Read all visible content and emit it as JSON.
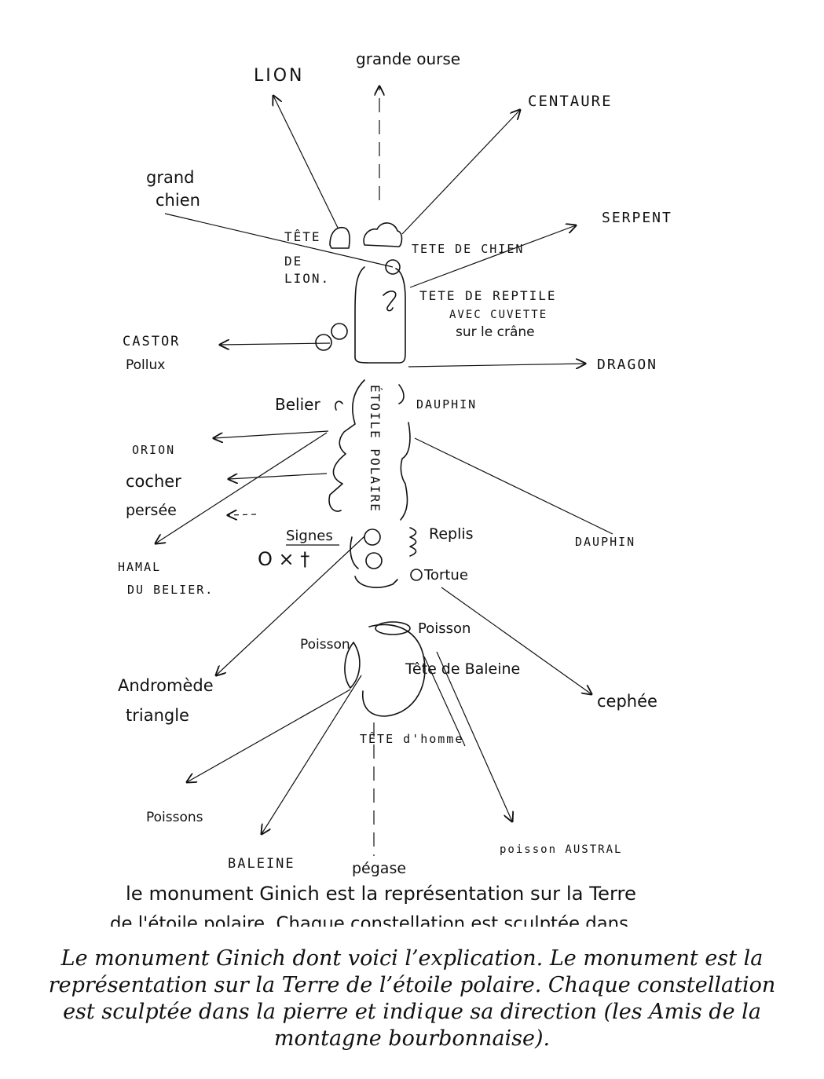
{
  "labels": {
    "grande_ourse": "grande ourse",
    "lion": "LION",
    "centaure": "CENTAURE",
    "grand_chien_1": "grand",
    "grand_chien_2": "chien",
    "serpent": "SERPENT",
    "tete_de_lion_1": "TÊTE",
    "tete_de_lion_2": "DE",
    "tete_de_lion_3": "LION.",
    "tete_de_chien": "TETE DE CHIEN",
    "tete_de_reptile": "TETE DE REPTILE",
    "avec_cuvette": "AVEC CUVETTE",
    "sur_le_crane": "sur le crâne",
    "castor": "CASTOR",
    "pollux": "Pollux",
    "dragon": "DRAGON",
    "belier": "Belier",
    "dauphin_1": "DAUPHIN",
    "etoile_polaire": "ÉTOILE POLAIRE",
    "orion": "ORION",
    "cocher": "cocher",
    "persee": "persée",
    "signes": "Signes",
    "signes_symbols": "O × †",
    "replis": "Replis",
    "dauphin_2": "DAUPHIN",
    "hamal_1": "HAMAL",
    "hamal_2": "DU BELIER.",
    "tortue": "Tortue",
    "poisson_right": "Poisson",
    "poisson_left": "Poisson",
    "tete_de_baleine": "Tête de Baleine",
    "andromede": "Andromède",
    "triangle": "triangle",
    "cephee": "cephée",
    "tete_dhomme": "TÊTE d'homme",
    "poissons": "Poissons",
    "poisson_austral": "poisson AUSTRAL",
    "baleine": "BALEINE",
    "pegase": "pégase"
  },
  "handwritten_note_line1": "le monument Ginich est la représentation sur la Terre",
  "handwritten_note_line2": "de l'étoile polaire. Chaque constellation est sculptée dans",
  "caption": "Le monument Ginich dont voici l’explication. Le monument est la représentation sur la Terre de l’étoile polaire. Chaque constellation est sculptée dans la pierre et indique sa direction (les Amis de la montagne bourbonnaise)."
}
